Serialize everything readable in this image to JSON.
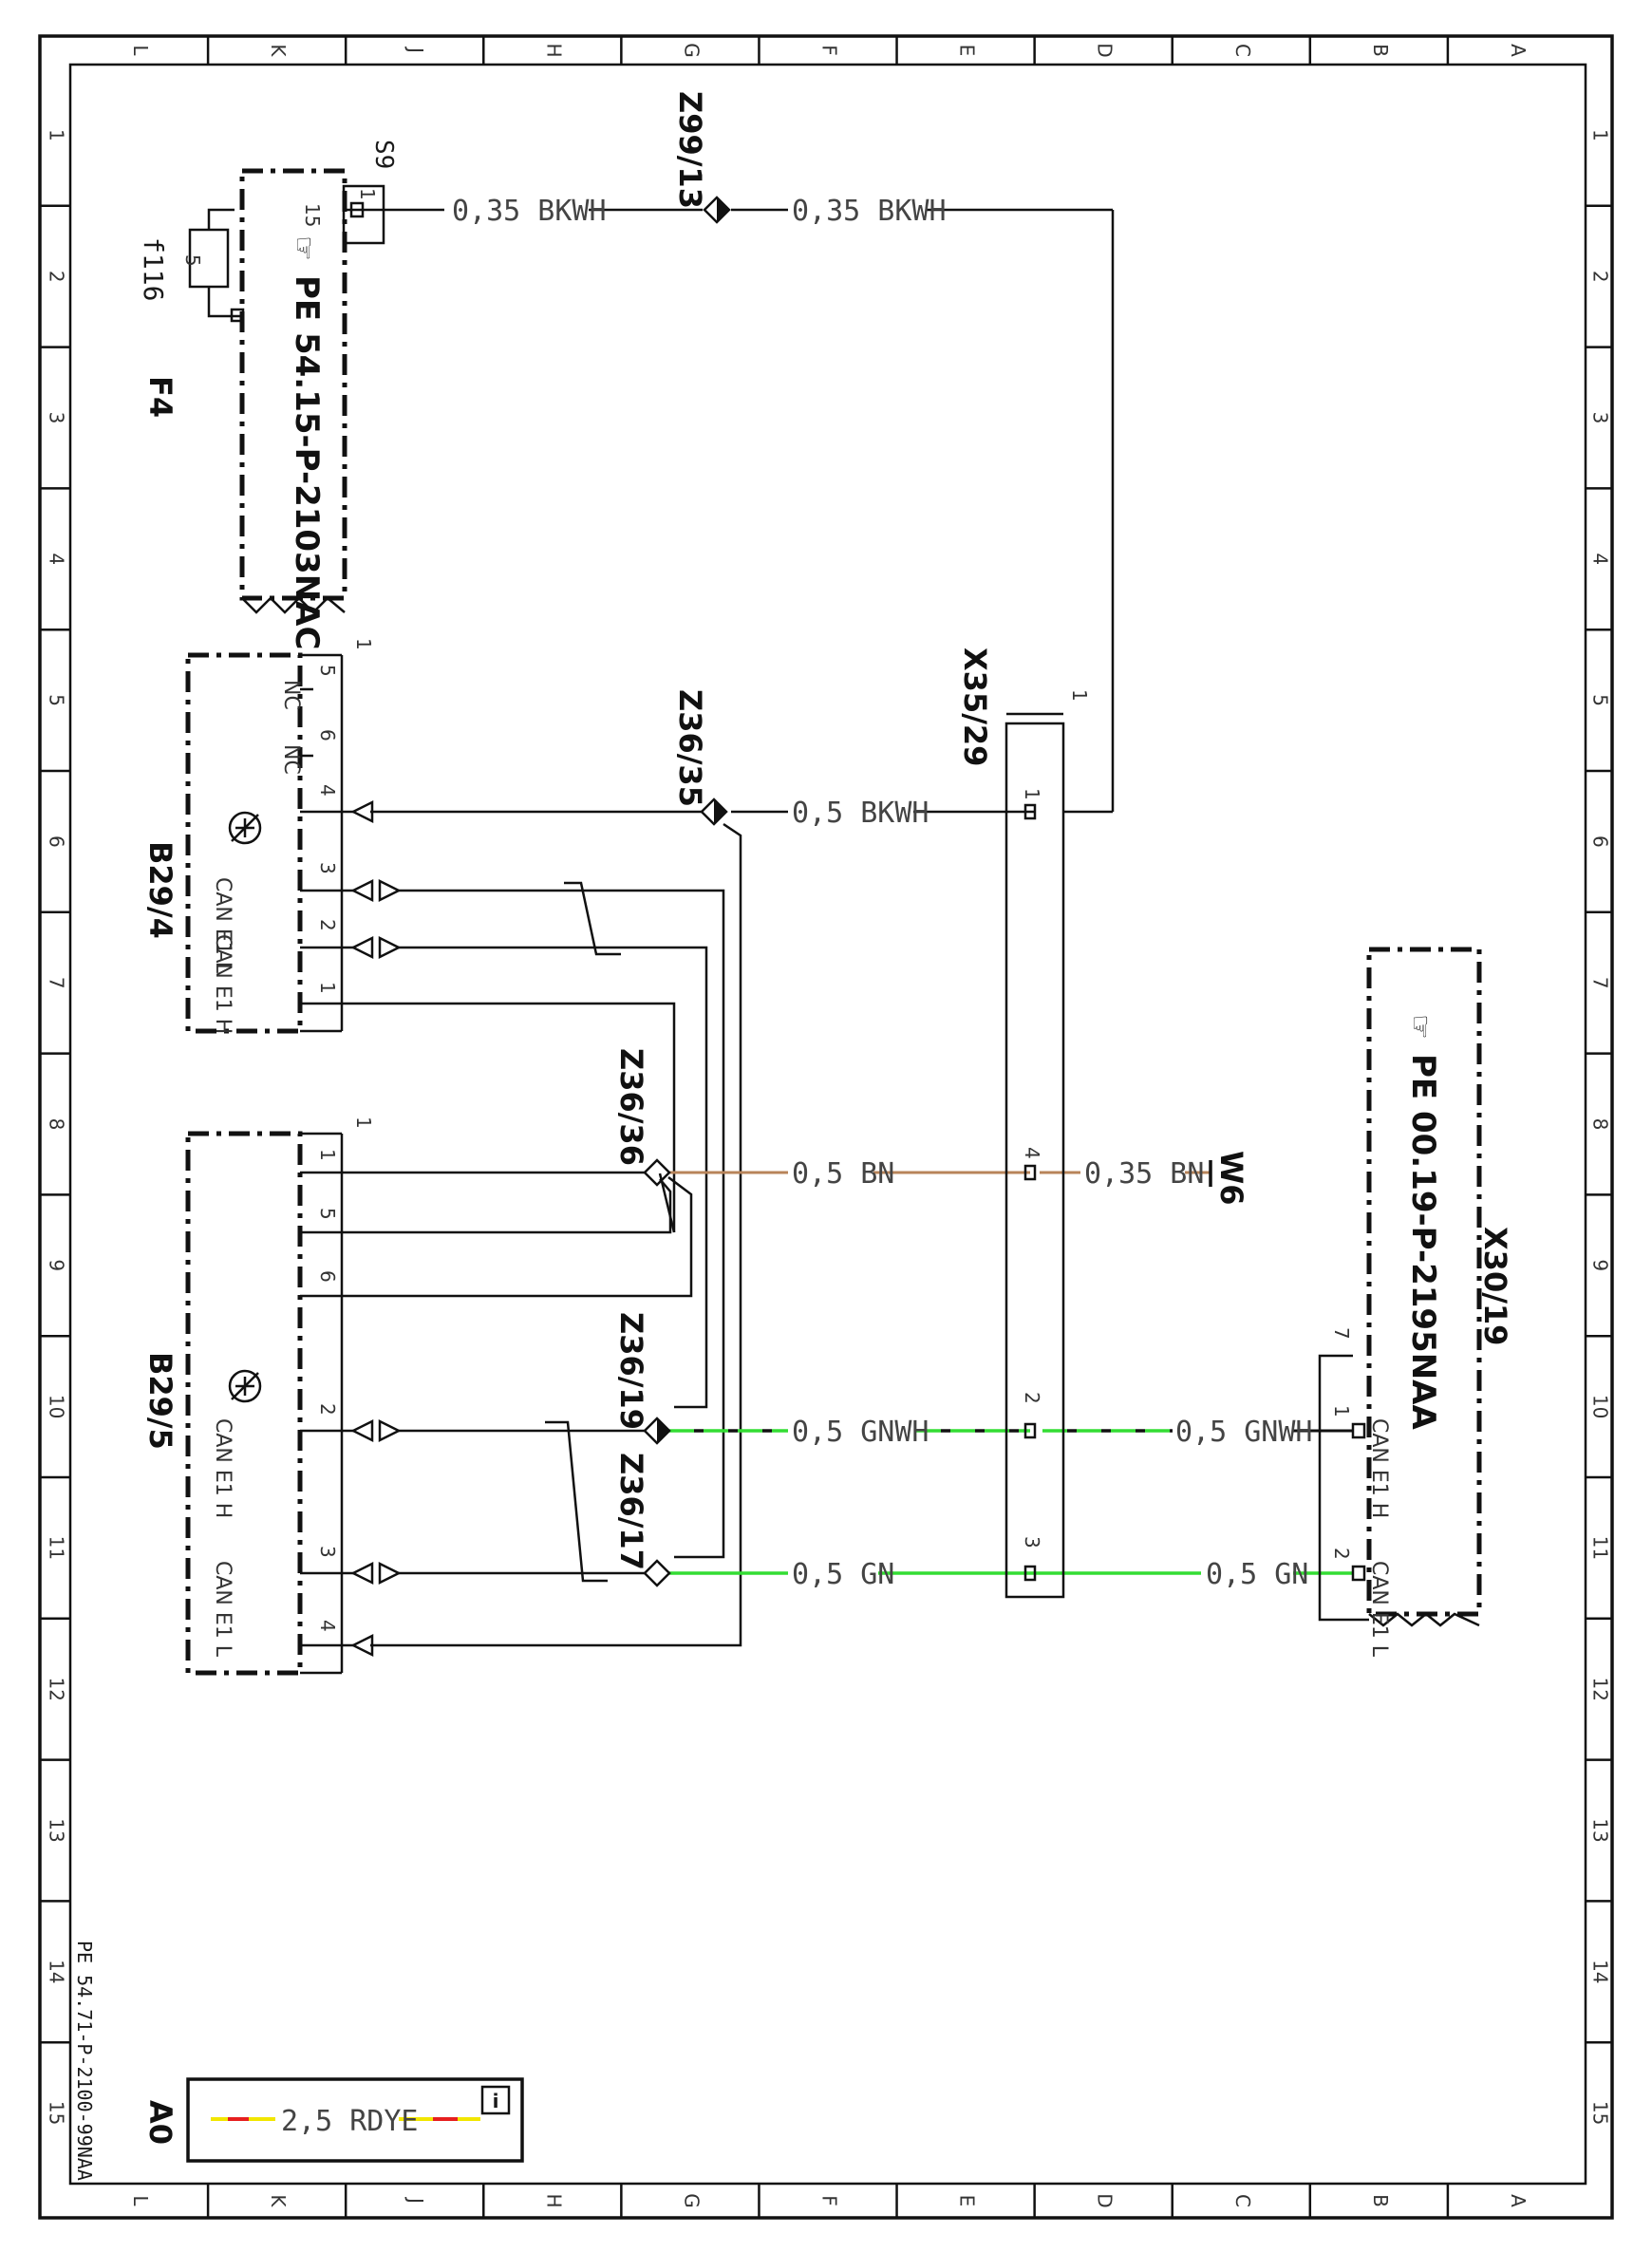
{
  "frame": {
    "rows": [
      "L",
      "K",
      "J",
      "H",
      "G",
      "F",
      "E",
      "D",
      "C",
      "B",
      "A"
    ],
    "cols": [
      "1",
      "2",
      "3",
      "4",
      "5",
      "6",
      "7",
      "8",
      "9",
      "10",
      "11",
      "12",
      "13",
      "14",
      "15"
    ],
    "doc_ref": "PE 54.71-P-2100-99NAA",
    "sheet": "A0"
  },
  "components": {
    "f4": {
      "id": "F4",
      "fuse": "f116",
      "fuse_rating": "5",
      "pin_top": "1",
      "pin_in": "15",
      "splice_tag": "S9",
      "ref": "PE 54.15-P-2103NAC"
    },
    "b29_4": {
      "id": "B29/4",
      "conn": "1",
      "pins": [
        "5",
        "6",
        "4",
        "3",
        "2",
        "1"
      ],
      "nc1": "NC",
      "nc2": "NC",
      "can_l": "CAN E1 L",
      "can_h": "CAN E1 H"
    },
    "b29_5": {
      "id": "B29/5",
      "conn": "1",
      "pins": [
        "1",
        "5",
        "6",
        "2",
        "3",
        "4"
      ],
      "can_h": "CAN E1 H",
      "can_l": "CAN E1 L"
    },
    "x35_29": {
      "id": "X35/29",
      "conn": "1",
      "pins": [
        "1",
        "4",
        "2",
        "3"
      ]
    },
    "x30_19": {
      "id": "X30/19",
      "conn": "7",
      "pins": [
        "1",
        "2"
      ],
      "can_h": "CAN E1 H",
      "can_l": "CAN E1 L",
      "ref": "PE 00.19-P-2195NAA"
    },
    "w6": {
      "id": "W6"
    },
    "splices": [
      "Z99/13",
      "Z36/35",
      "Z36/36",
      "Z36/19",
      "Z36/17"
    ]
  },
  "wires": {
    "w1": "0,35 BKWH",
    "w2": "0,35 BKWH",
    "w3": "0,5 BKWH",
    "w4": "0,5 BN",
    "w5": "0,35 BN",
    "w6": "0,5 GNWH",
    "w7": "0,5 GNWH",
    "w8": "0,5 GN",
    "w9": "0,5 GN"
  },
  "legend": {
    "label": "2,5 RDYE",
    "icon": "info-icon"
  },
  "colors": {
    "ink": "#111111",
    "brown": "#b8845a",
    "green": "#33dd33",
    "red": "#e62020",
    "yellow": "#f2e600"
  }
}
